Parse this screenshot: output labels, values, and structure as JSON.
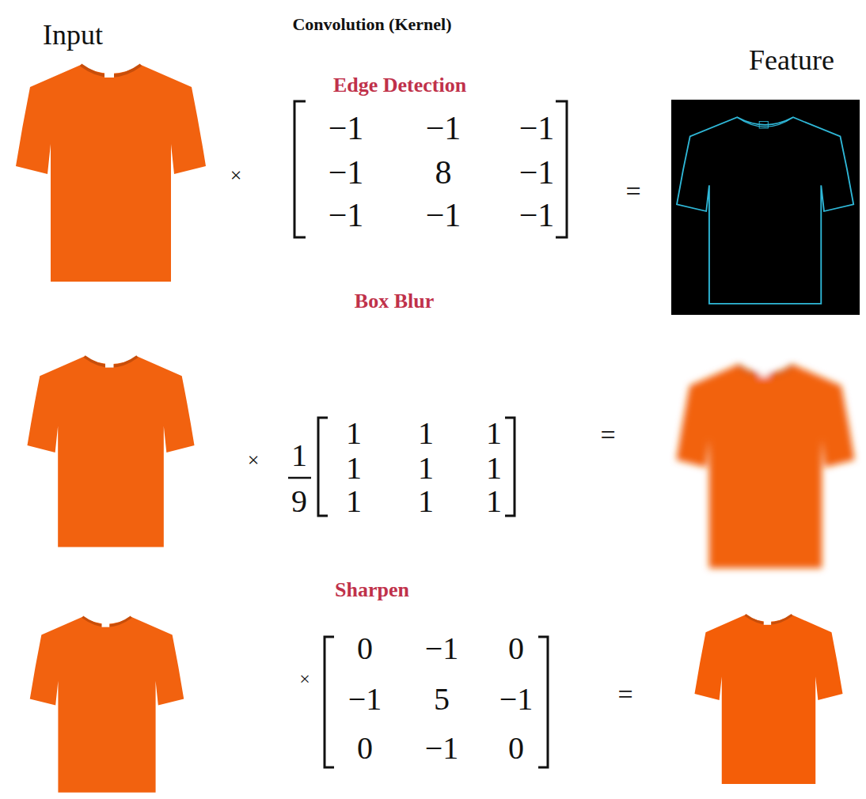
{
  "diagram": {
    "title": "Convolution (Kernel)",
    "labels": [
      "Input",
      "Feature",
      "Edge Detection",
      "×",
      "−1",
      "−1",
      "−1",
      "−1",
      "8",
      "−1",
      "−1",
      "−1",
      "−1",
      "=",
      "Box Blur",
      "×",
      "1",
      "9",
      "1",
      "1",
      "1",
      "1",
      "1",
      "1",
      "1",
      "1",
      "1",
      "=",
      "Sharpen",
      "×",
      "0",
      "−1",
      "0",
      "−1",
      "5",
      "−1",
      "0",
      "−1",
      "0",
      "="
    ]
  }
}
